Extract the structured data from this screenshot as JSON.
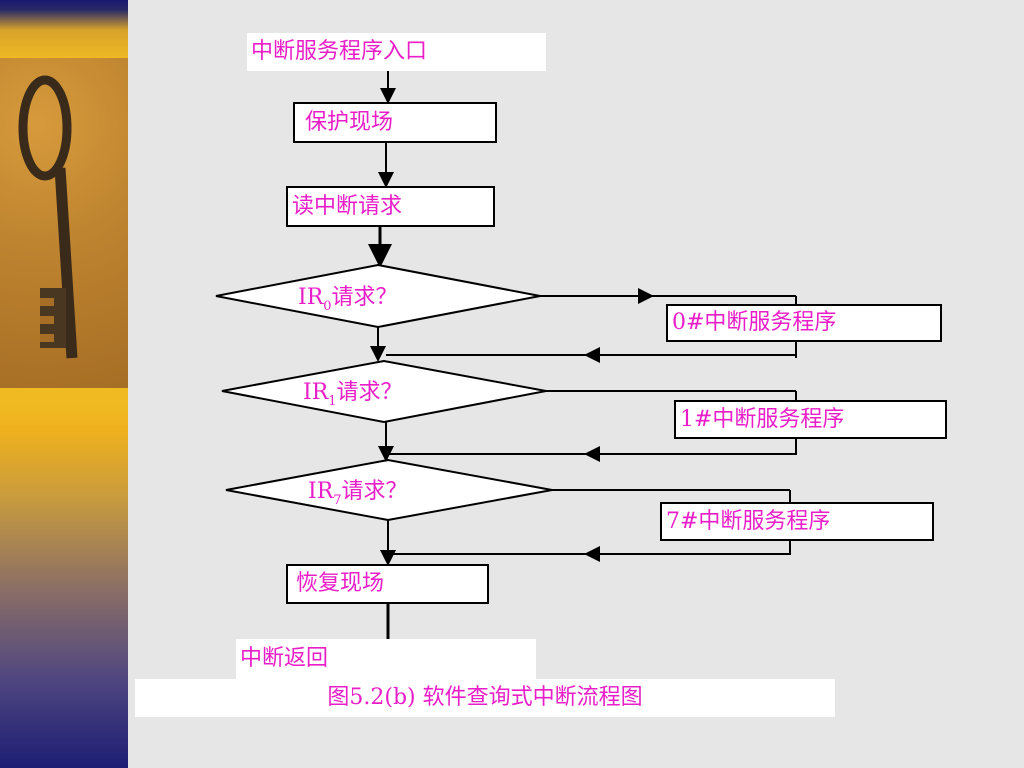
{
  "entry": "中断服务程序入口",
  "save": "保护现场",
  "read": "读中断请求",
  "ir0": {
    "prefix": "IR",
    "sub": "0",
    "suffix": "请求？"
  },
  "ir1": {
    "prefix": "IR",
    "sub": "1",
    "suffix": "请求？"
  },
  "ir7": {
    "prefix": "IR",
    "sub": "7",
    "suffix": "请求？"
  },
  "svc0": "0#中断服务程序",
  "svc1": "1#中断服务程序",
  "svc7": "7#中断服务程序",
  "restore": "恢复现场",
  "ret": "中断返回",
  "caption": "图5.2(b) 软件查询式中断流程图",
  "colors": {
    "text": "#e91ec8",
    "line": "#000000",
    "sidebar_gold": "#f0bb22",
    "sidebar_navy": "#191970"
  }
}
